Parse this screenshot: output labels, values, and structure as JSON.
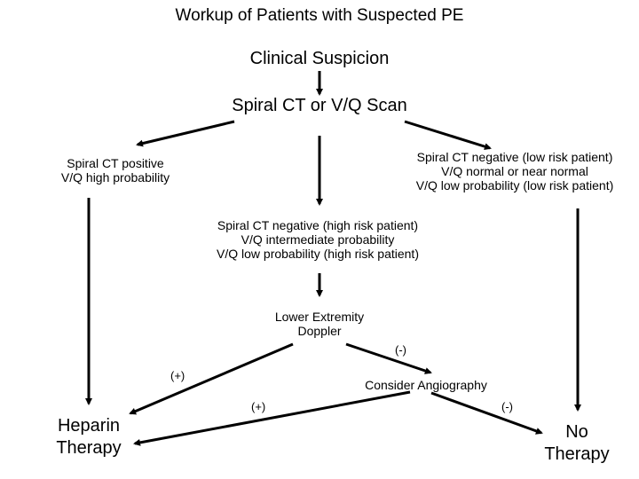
{
  "title": "Workup of Patients with Suspected PE",
  "nodes": {
    "clinical_suspicion": "Clinical Suspicion",
    "imaging": "Spiral CT or V/Q Scan",
    "positive": [
      "Spiral CT positive",
      "V/Q high probability"
    ],
    "negative_low_risk": [
      "Spiral CT negative (low risk patient)",
      "V/Q normal or near normal",
      "V/Q low probability (low risk patient)"
    ],
    "indeterminate": [
      "Spiral CT negative (high risk patient)",
      "V/Q intermediate probability",
      "V/Q low probability (high risk patient)"
    ],
    "doppler": [
      "Lower Extremity",
      "Doppler"
    ],
    "angiography": "Consider Angiography",
    "heparin": [
      "Heparin",
      "Therapy"
    ],
    "no_therapy": [
      "No",
      "Therapy"
    ]
  },
  "edge_labels": {
    "doppler_positive": "(+)",
    "doppler_negative": "(-)",
    "angio_positive": "(+)",
    "angio_negative": "(-)"
  }
}
